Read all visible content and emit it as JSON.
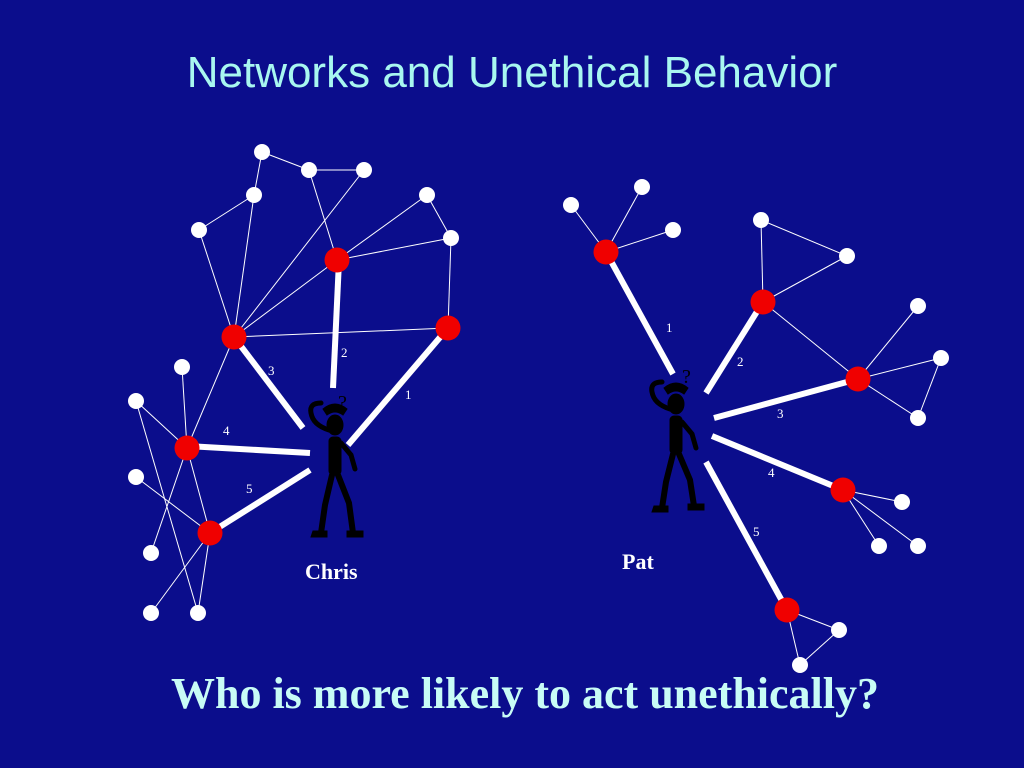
{
  "slide": {
    "title": "Networks and Unethical Behavior",
    "question": "Who is more likely to act unethically?",
    "background_color": "#0b0d8c",
    "title_color": "#a8f7f0",
    "tie_node_color": "#f00000",
    "other_node_color": "#ffffff"
  },
  "networks": [
    {
      "person": "Chris",
      "figure_icon": "stick-figure-thinking-icon",
      "question_mark": "?",
      "ties": [
        {
          "label": "1"
        },
        {
          "label": "2"
        },
        {
          "label": "3"
        },
        {
          "label": "4"
        },
        {
          "label": "5"
        }
      ]
    },
    {
      "person": "Pat",
      "figure_icon": "stick-figure-thinking-icon",
      "question_mark": "?",
      "ties": [
        {
          "label": "1"
        },
        {
          "label": "2"
        },
        {
          "label": "3"
        },
        {
          "label": "4"
        },
        {
          "label": "5"
        }
      ]
    }
  ]
}
